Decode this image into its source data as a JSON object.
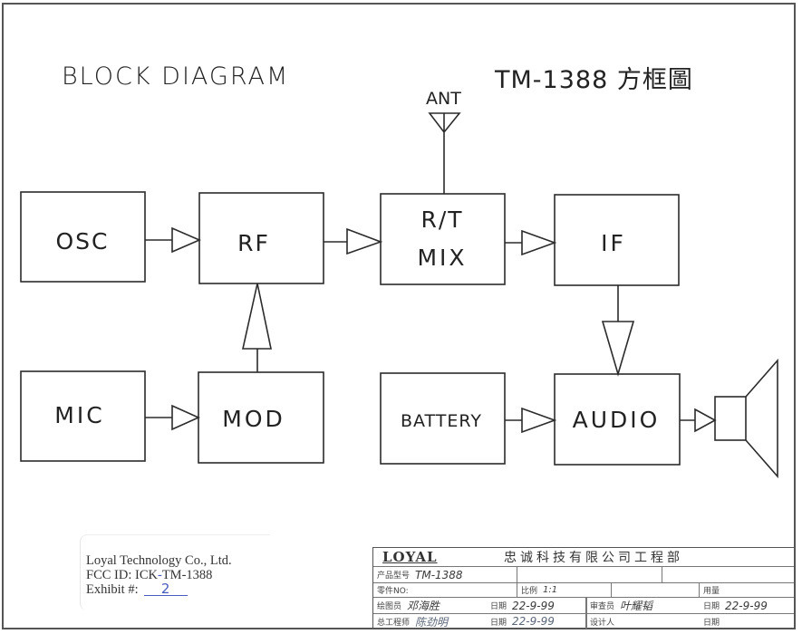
{
  "title": {
    "left": "BLOCK DIAGRAM",
    "right": "TM-1388 方框圖"
  },
  "antenna": {
    "label": "ANT"
  },
  "blocks": {
    "osc": {
      "label": "OSC"
    },
    "rf": {
      "label": "RF"
    },
    "rt_mix": {
      "line1": "R/T",
      "line2": "MIX"
    },
    "if": {
      "label": "IF"
    },
    "mic": {
      "label": "MIC"
    },
    "mod": {
      "label": "MOD"
    },
    "battery": {
      "label": "BATTERY"
    },
    "audio": {
      "label": "AUDIO"
    }
  },
  "connections": [
    {
      "from": "OSC",
      "to": "RF"
    },
    {
      "from": "RF",
      "to": "R/T MIX"
    },
    {
      "from": "R/T MIX",
      "to": "IF"
    },
    {
      "from": "IF",
      "to": "AUDIO"
    },
    {
      "from": "MIC",
      "to": "MOD"
    },
    {
      "from": "MOD",
      "to": "RF"
    },
    {
      "from": "BATTERY",
      "to": "AUDIO"
    },
    {
      "from": "AUDIO",
      "to": "SPEAKER"
    },
    {
      "from": "ANT",
      "to": "R/T MIX"
    }
  ],
  "stamp": {
    "company": "Loyal Technology Co., Ltd.",
    "fcc_prefix": "FCC ID:  ICK",
    "fcc_strike": "-",
    "fcc_suffix": "TM-1388",
    "exhibit_label": "Exhibit #:",
    "exhibit_value": "2"
  },
  "title_block": {
    "logo": "LOYAL",
    "company": "忠诚科技有限公司工程部",
    "product_model_label": "产品型号",
    "product_model_value": "TM-1388",
    "part_no_label": "零件NO:",
    "scale_label": "比例",
    "scale_value": "1:1",
    "usage_label": "用量",
    "drawer_label": "绘图员",
    "drawer_value": "邓海胜",
    "drawer_date_label": "日期",
    "drawer_date_value": "22-9-99",
    "reviewer_label": "审查员",
    "reviewer_value": "叶耀韬",
    "reviewer_date_label": "日期",
    "reviewer_date_value": "22-9-99",
    "engineer_label": "总工程师",
    "engineer_value": "陈劲明",
    "engineer_date_label": "日期",
    "engineer_date_value": "22-9-99",
    "designer_label": "设计人",
    "designer_date_label": "日期"
  }
}
